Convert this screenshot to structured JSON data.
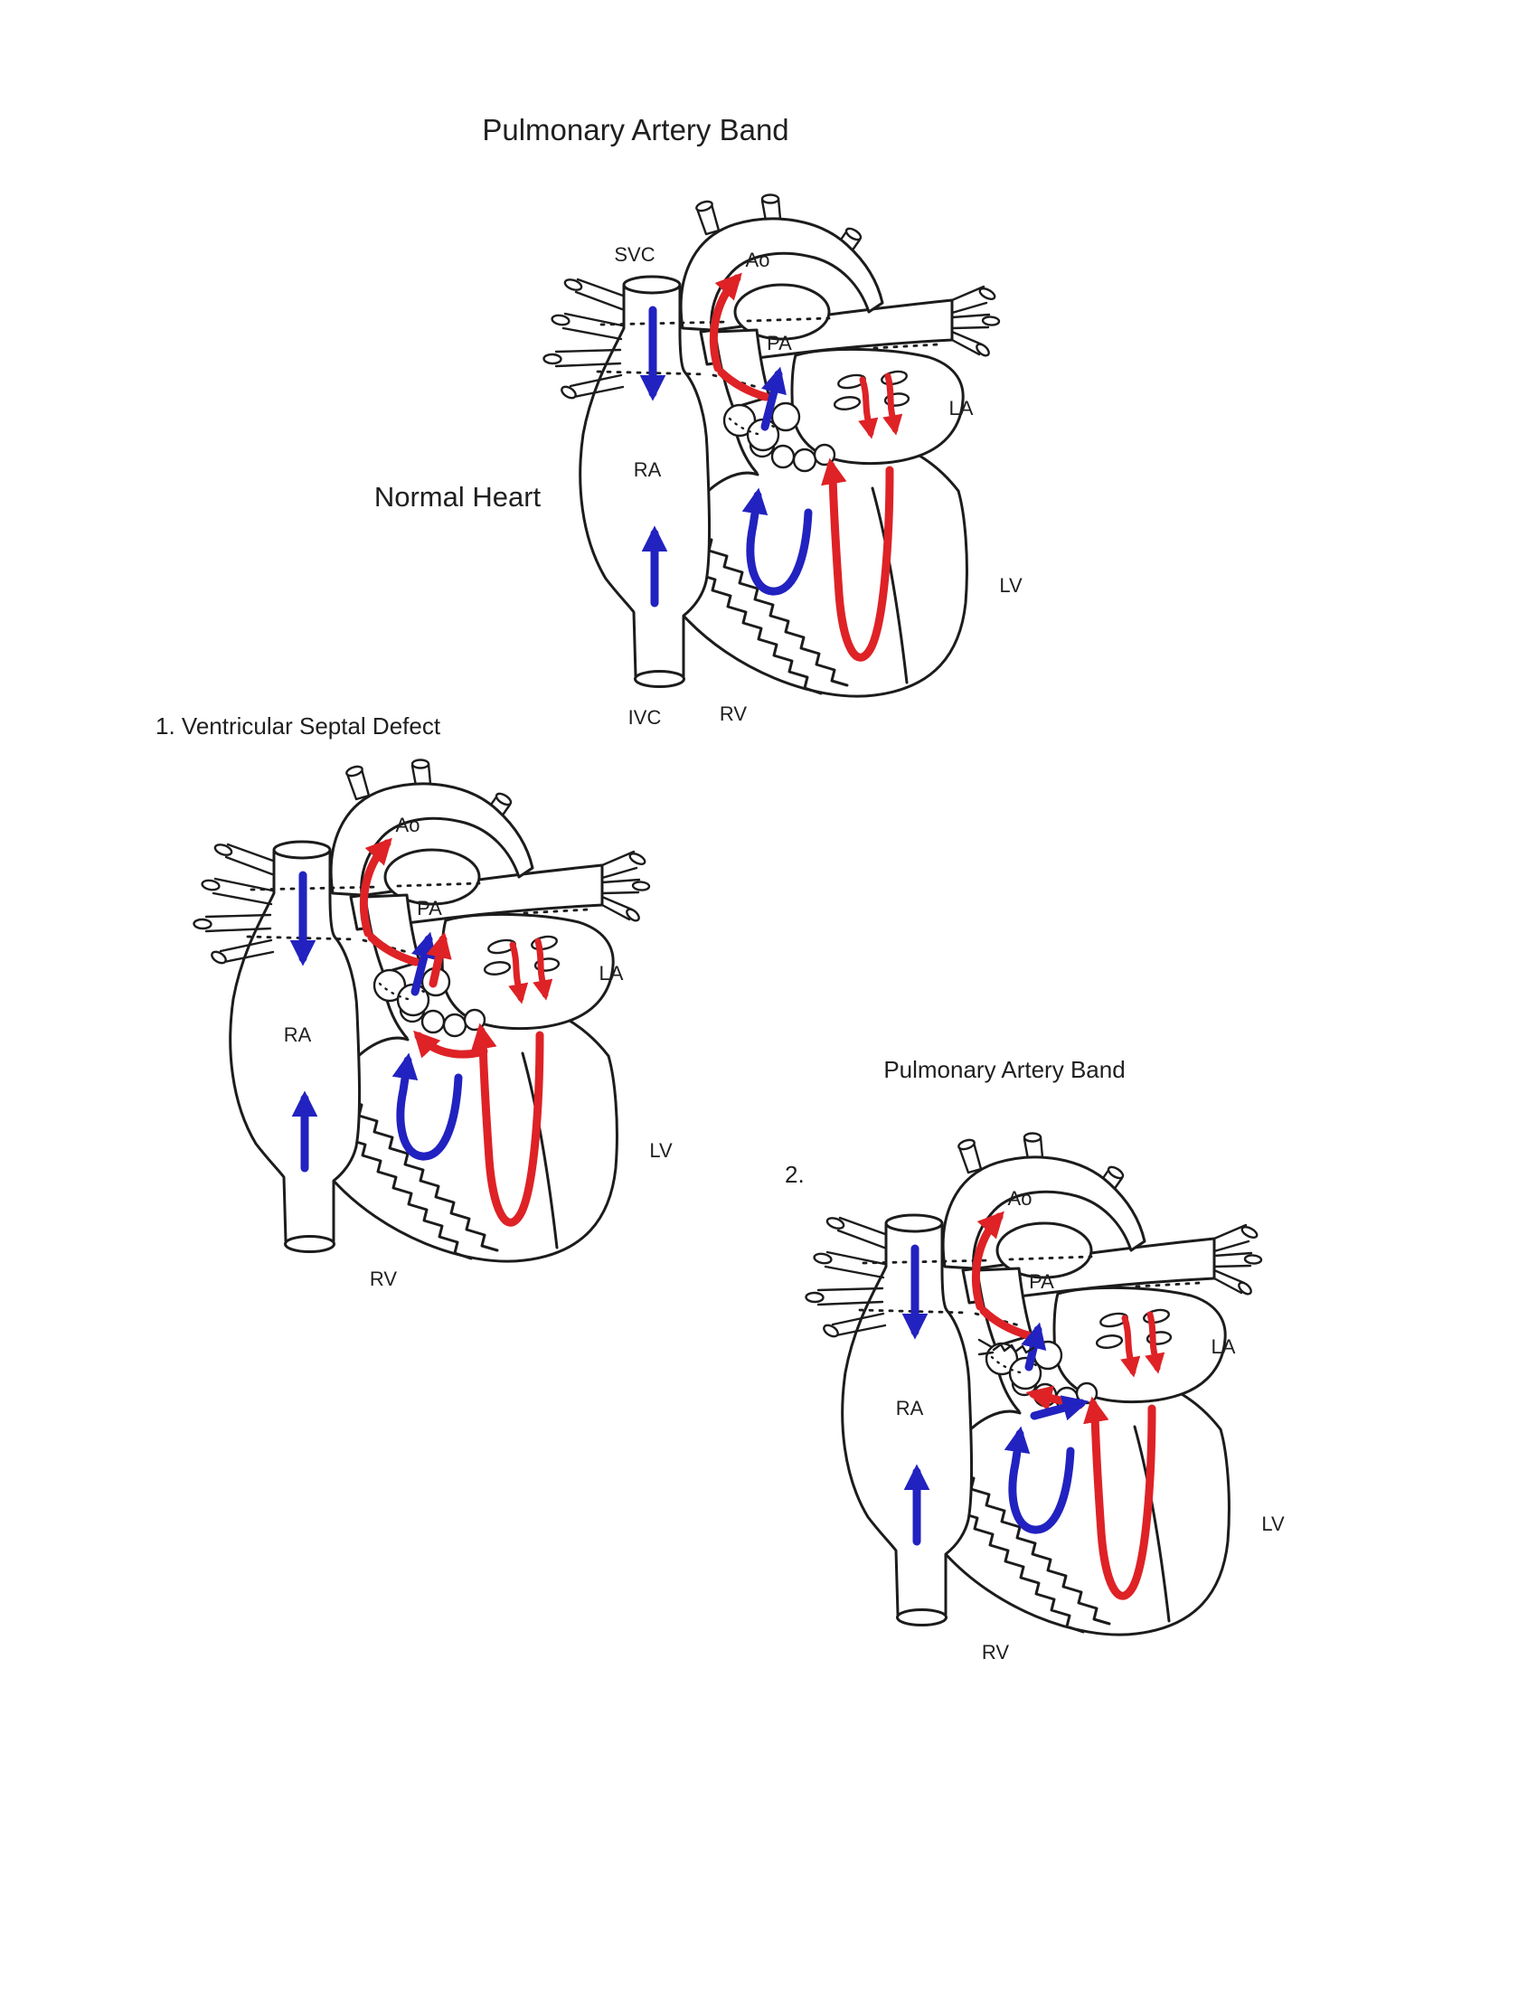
{
  "title": "Pulmonary Artery Band",
  "colors": {
    "oxygenated_flow_red": "#de2226",
    "deoxygenated_flow_blue": "#2222c0",
    "line_art_black": "#1c1c1c",
    "background": "#ffffff"
  },
  "figures": [
    {
      "caption": "Normal Heart",
      "labels": {
        "svc": "SVC",
        "ao": "Ao",
        "pa": "PA",
        "la": "LA",
        "ra": "RA",
        "lv": "LV",
        "rv": "RV",
        "ivc": "IVC"
      }
    },
    {
      "caption": "1. Ventricular Septal Defect",
      "labels": {
        "ao": "Ao",
        "pa": "PA",
        "la": "LA",
        "ra": "RA",
        "lv": "LV",
        "rv": "RV"
      }
    },
    {
      "caption": "Pulmonary Artery Band",
      "number": "2.",
      "labels": {
        "ao": "Ao",
        "pa": "PA",
        "la": "LA",
        "ra": "RA",
        "lv": "LV",
        "rv": "RV"
      }
    }
  ]
}
